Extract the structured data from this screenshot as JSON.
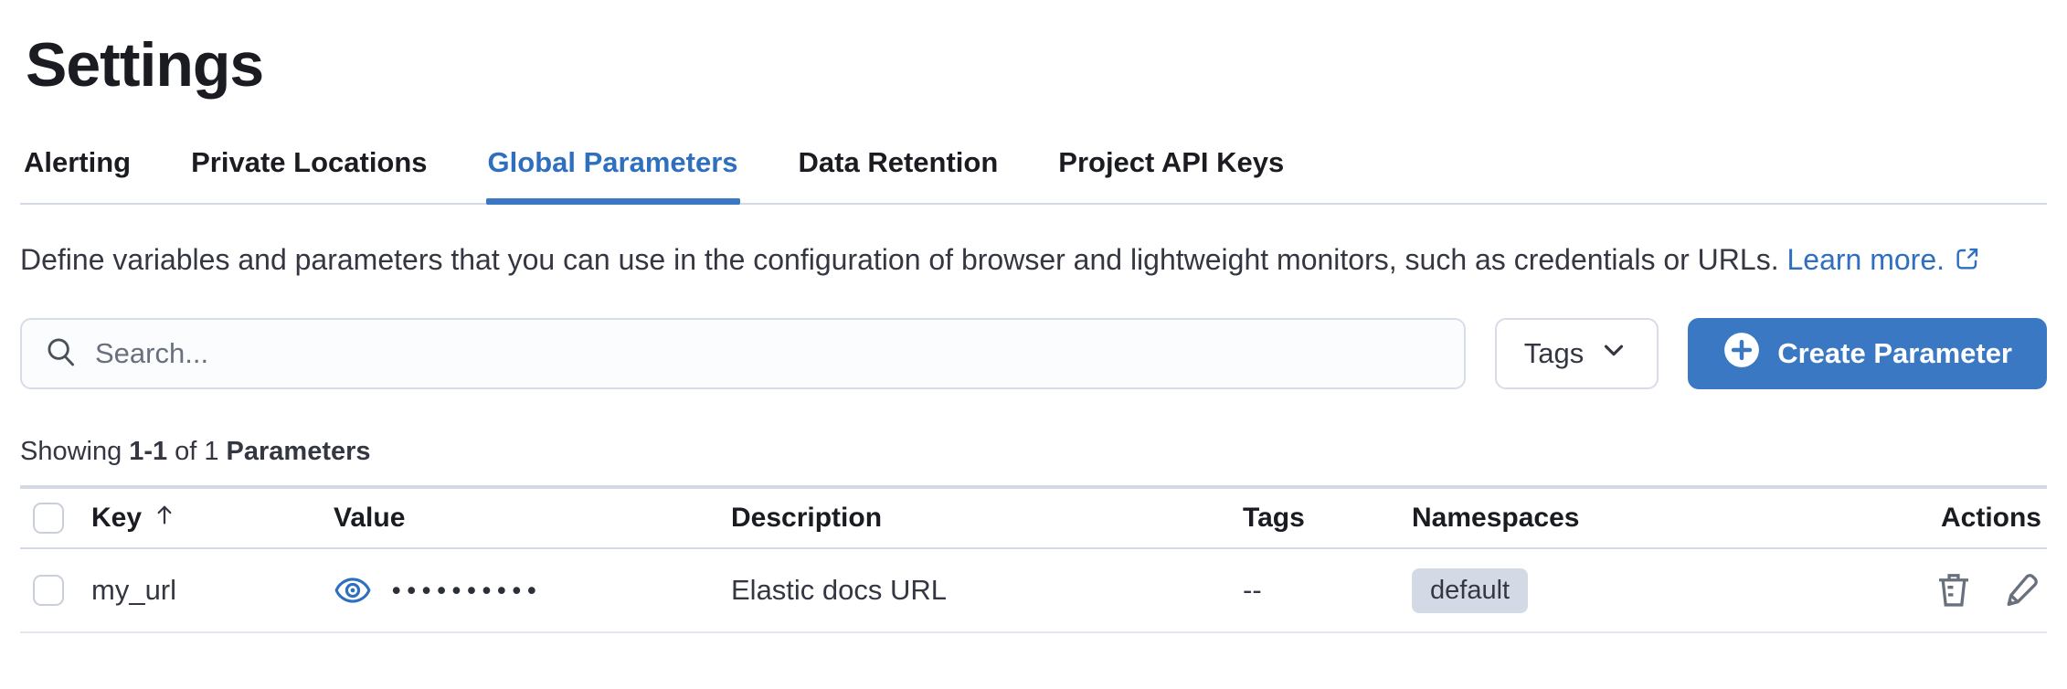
{
  "page": {
    "title": "Settings"
  },
  "tabs": [
    {
      "label": "Alerting",
      "active": false
    },
    {
      "label": "Private Locations",
      "active": false
    },
    {
      "label": "Global Parameters",
      "active": true
    },
    {
      "label": "Data Retention",
      "active": false
    },
    {
      "label": "Project API Keys",
      "active": false
    }
  ],
  "description": {
    "text": "Define variables and parameters that you can use in the configuration of browser and lightweight monitors, such as credentials or URLs.",
    "link_label": "Learn more.",
    "link_icon": "external-link-icon"
  },
  "toolbar": {
    "search_placeholder": "Search...",
    "search_icon": "search-icon",
    "tags_label": "Tags",
    "tags_icon": "chevron-down-icon",
    "create_label": "Create Parameter",
    "create_icon": "plus-in-circle-icon"
  },
  "summary": {
    "showing": "Showing",
    "range": "1-1",
    "of": "of 1",
    "entity": "Parameters"
  },
  "table": {
    "columns": {
      "key": "Key",
      "value": "Value",
      "description": "Description",
      "tags": "Tags",
      "namespaces": "Namespaces",
      "actions": "Actions"
    },
    "sort": {
      "column": "Key",
      "direction": "ascending",
      "icon": "sort-ascending-arrow-icon"
    },
    "rows": [
      {
        "key": "my_url",
        "masked_value": "••••••••••",
        "value_icon": "eye-icon",
        "description": "Elastic docs URL",
        "tags": "--",
        "namespace": "default",
        "actions": [
          "delete",
          "edit"
        ]
      }
    ]
  },
  "colors": {
    "accent_link": "#2f6fbf",
    "button_fill": "#3b78c4",
    "badge_bg": "#d3dae6",
    "divider": "#d3dae6",
    "icon_gray": "#69707d"
  }
}
